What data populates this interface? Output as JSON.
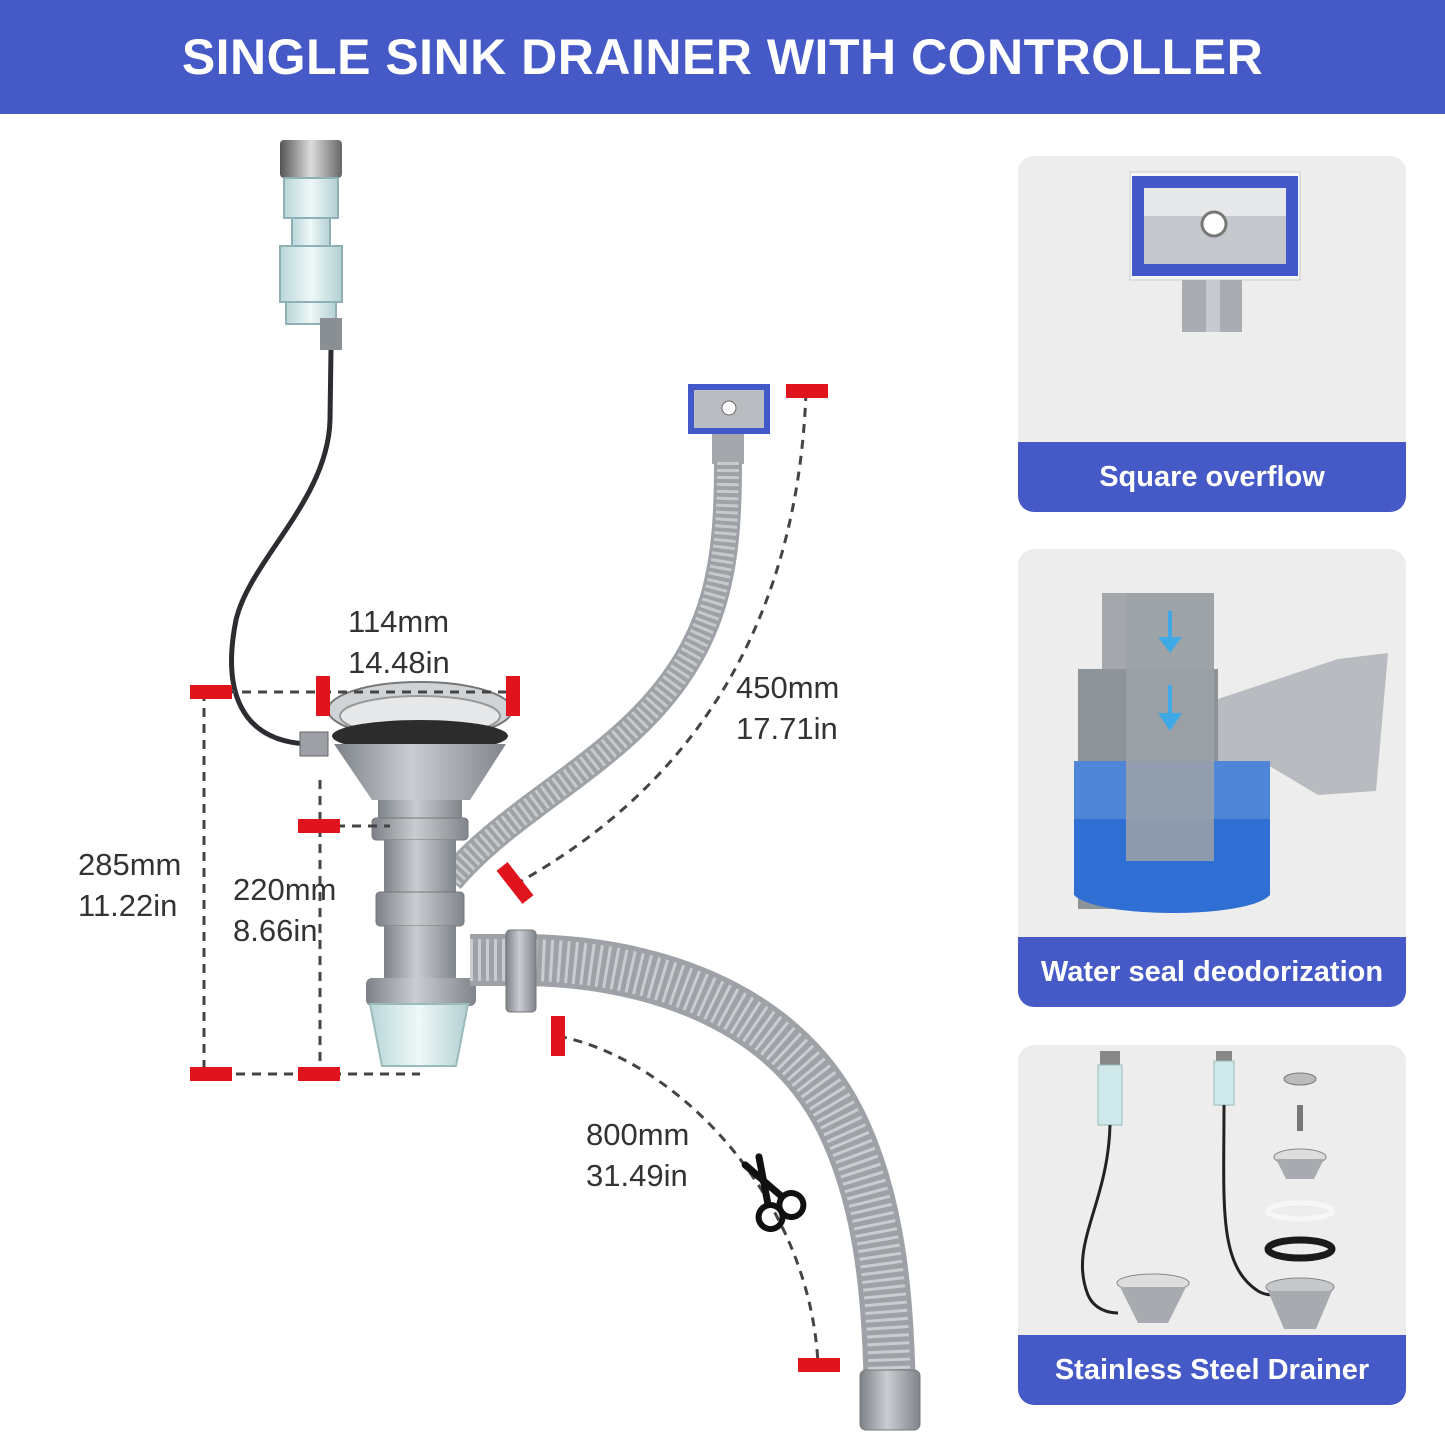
{
  "header": {
    "title": "SINGLE SINK DRAINER WITH CONTROLLER"
  },
  "dimensions": {
    "width_top": {
      "mm": "114mm",
      "in": "14.48in"
    },
    "overflow_hose": {
      "mm": "450mm",
      "in": "17.71in"
    },
    "total_height": {
      "mm": "285mm",
      "in": "11.22in"
    },
    "trap_height": {
      "mm": "220mm",
      "in": "8.66in"
    },
    "drain_hose": {
      "mm": "800mm",
      "in": "31.49in"
    }
  },
  "features": [
    {
      "label": "Square overflow"
    },
    {
      "label": "Water seal deodorization"
    },
    {
      "label": "Stainless Steel Drainer"
    }
  ],
  "colors": {
    "accent_blue": "#4559c7",
    "marker_red": "#e0141c",
    "pipe_gray": "#9a9ea3"
  }
}
